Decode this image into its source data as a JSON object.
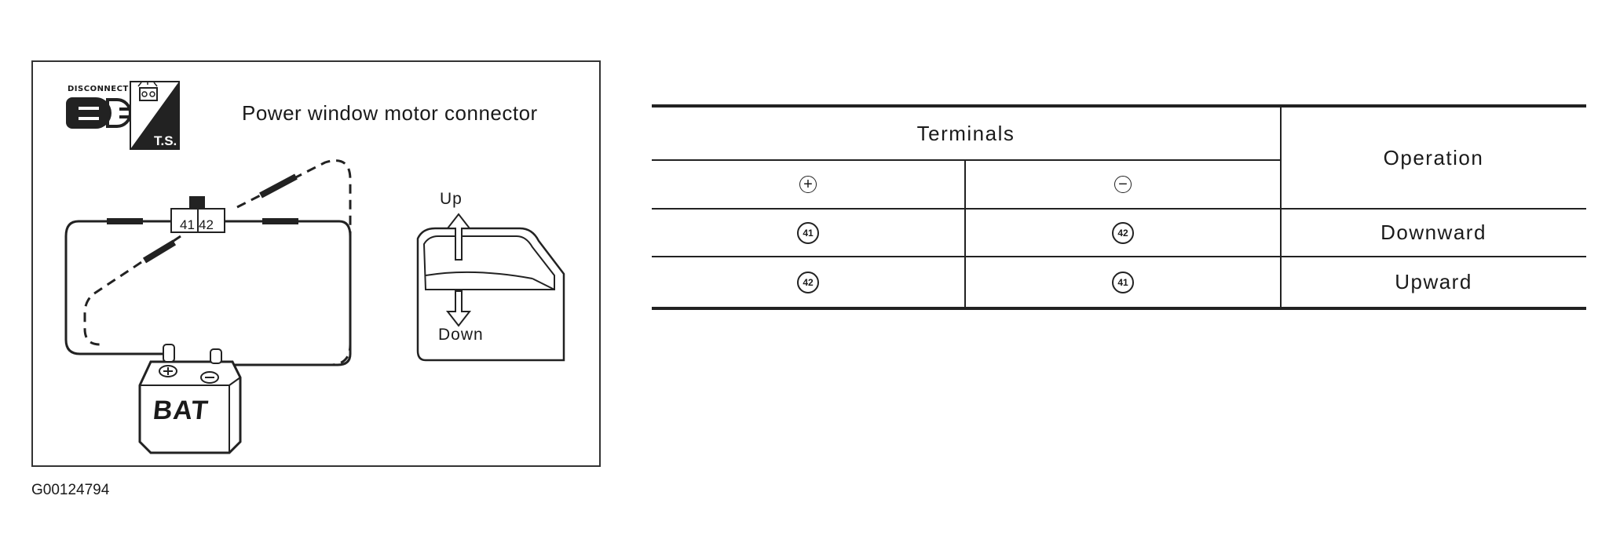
{
  "diagram": {
    "title": "Power window motor connector",
    "disconnect_label": "DISCONNECT",
    "ts_label": "T.S.",
    "pin_a": "41",
    "pin_b": "42",
    "battery_label": "BAT",
    "up_label": "Up",
    "down_label": "Down",
    "figure_id": "G00124794"
  },
  "table": {
    "header_terminals": "Terminals",
    "header_operation": "Operation",
    "sub_plus": "+",
    "sub_minus": "−",
    "rows": [
      {
        "plus": "41",
        "minus": "42",
        "operation": "Downward"
      },
      {
        "plus": "42",
        "minus": "41",
        "operation": "Upward"
      }
    ]
  }
}
